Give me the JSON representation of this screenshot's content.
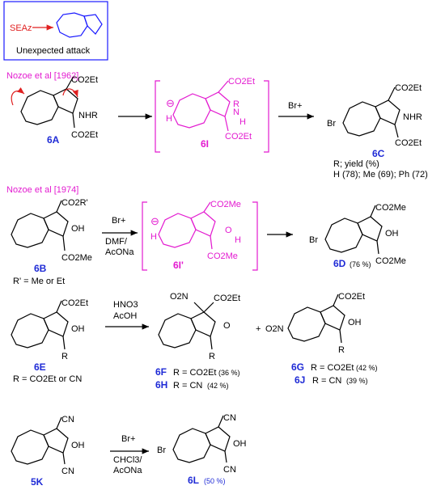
{
  "box": {
    "reagent": "SEAz",
    "caption": "Unexpected attack"
  },
  "scheme1": {
    "ref": "Nozoe et al [1962]",
    "sub_ester_top": "CO2Et",
    "sub_ester_bot": "CO2Et",
    "sub_amine": "NHR",
    "label_6A": "6A",
    "int_ester_top": "CO2Et",
    "int_ester_bot": "CO2Et",
    "int_R": "R",
    "int_N": "N",
    "int_H": "H",
    "int_H_left": "H",
    "label_6I": "6I",
    "reagent": "Br+",
    "prod_Br": "Br",
    "prod_ester_top": "CO2Et",
    "prod_ester_bot": "CO2Et",
    "prod_amine": "NHR",
    "label_6C": "6C",
    "note1": "R; yield (%)",
    "note2": "H (78); Me (69); Ph (72)"
  },
  "scheme2": {
    "ref": "Nozoe et al [1974]",
    "sub_ester_top": "CO2R'",
    "sub_oh": "OH",
    "sub_ester_bot": "CO2Me",
    "label_6B": "6B",
    "r_note": "R' =  Me or Et",
    "reagent": "Br+",
    "cond1": "DMF/",
    "cond2": "AcONa",
    "int_ester_top": "CO2Me",
    "int_ester_bot": "CO2Me",
    "int_O": "O",
    "int_H": "H",
    "int_H_left": "H",
    "label_6I2": "6I'",
    "prod_Br": "Br",
    "prod_ester_top": "CO2Me",
    "prod_oh": "OH",
    "prod_ester_bot": "CO2Me",
    "label_6D": "6D",
    "yield_6D": "(76 %)"
  },
  "scheme3": {
    "sub_ester": "CO2Et",
    "sub_oh": "OH",
    "sub_R": "R",
    "label_6E": "6E",
    "r_note": "R = CO2Et or CN",
    "cond1": "HNO3",
    "cond2": "AcOH",
    "p1_no2": "O2N",
    "p1_ester": "CO2Et",
    "p1_o": "O",
    "p1_R": "R",
    "plus": "+",
    "p2_no2": "O2N",
    "p2_ester": "CO2Et",
    "p2_oh": "OH",
    "p2_R": "R",
    "label_6F": "6F",
    "desc_6F": "R = CO2Et",
    "yield_6F": "(36 %)",
    "label_6H": "6H",
    "desc_6H": "R = CN",
    "yield_6H": "(42 %)",
    "label_6G": "6G",
    "desc_6G": "R = CO2Et",
    "yield_6G": "(42 %)",
    "label_6J": "6J",
    "desc_6J": "R = CN",
    "yield_6J": "(39 %)"
  },
  "scheme4": {
    "sub_cn_top": "CN",
    "sub_oh": "OH",
    "sub_cn_bot": "CN",
    "label_5K": "5K",
    "reagent": "Br+",
    "cond1": "CHCl3/",
    "cond2": "AcONa",
    "prod_Br": "Br",
    "prod_cn_top": "CN",
    "prod_oh": "OH",
    "prod_cn_bot": "CN",
    "label_6L": "6L",
    "yield_6L": "(50 %)"
  },
  "colors": {
    "label": "#1f2bd6",
    "highlight": "#e31bd0",
    "arrow_red": "#e02020",
    "box": "#1a1aff"
  }
}
